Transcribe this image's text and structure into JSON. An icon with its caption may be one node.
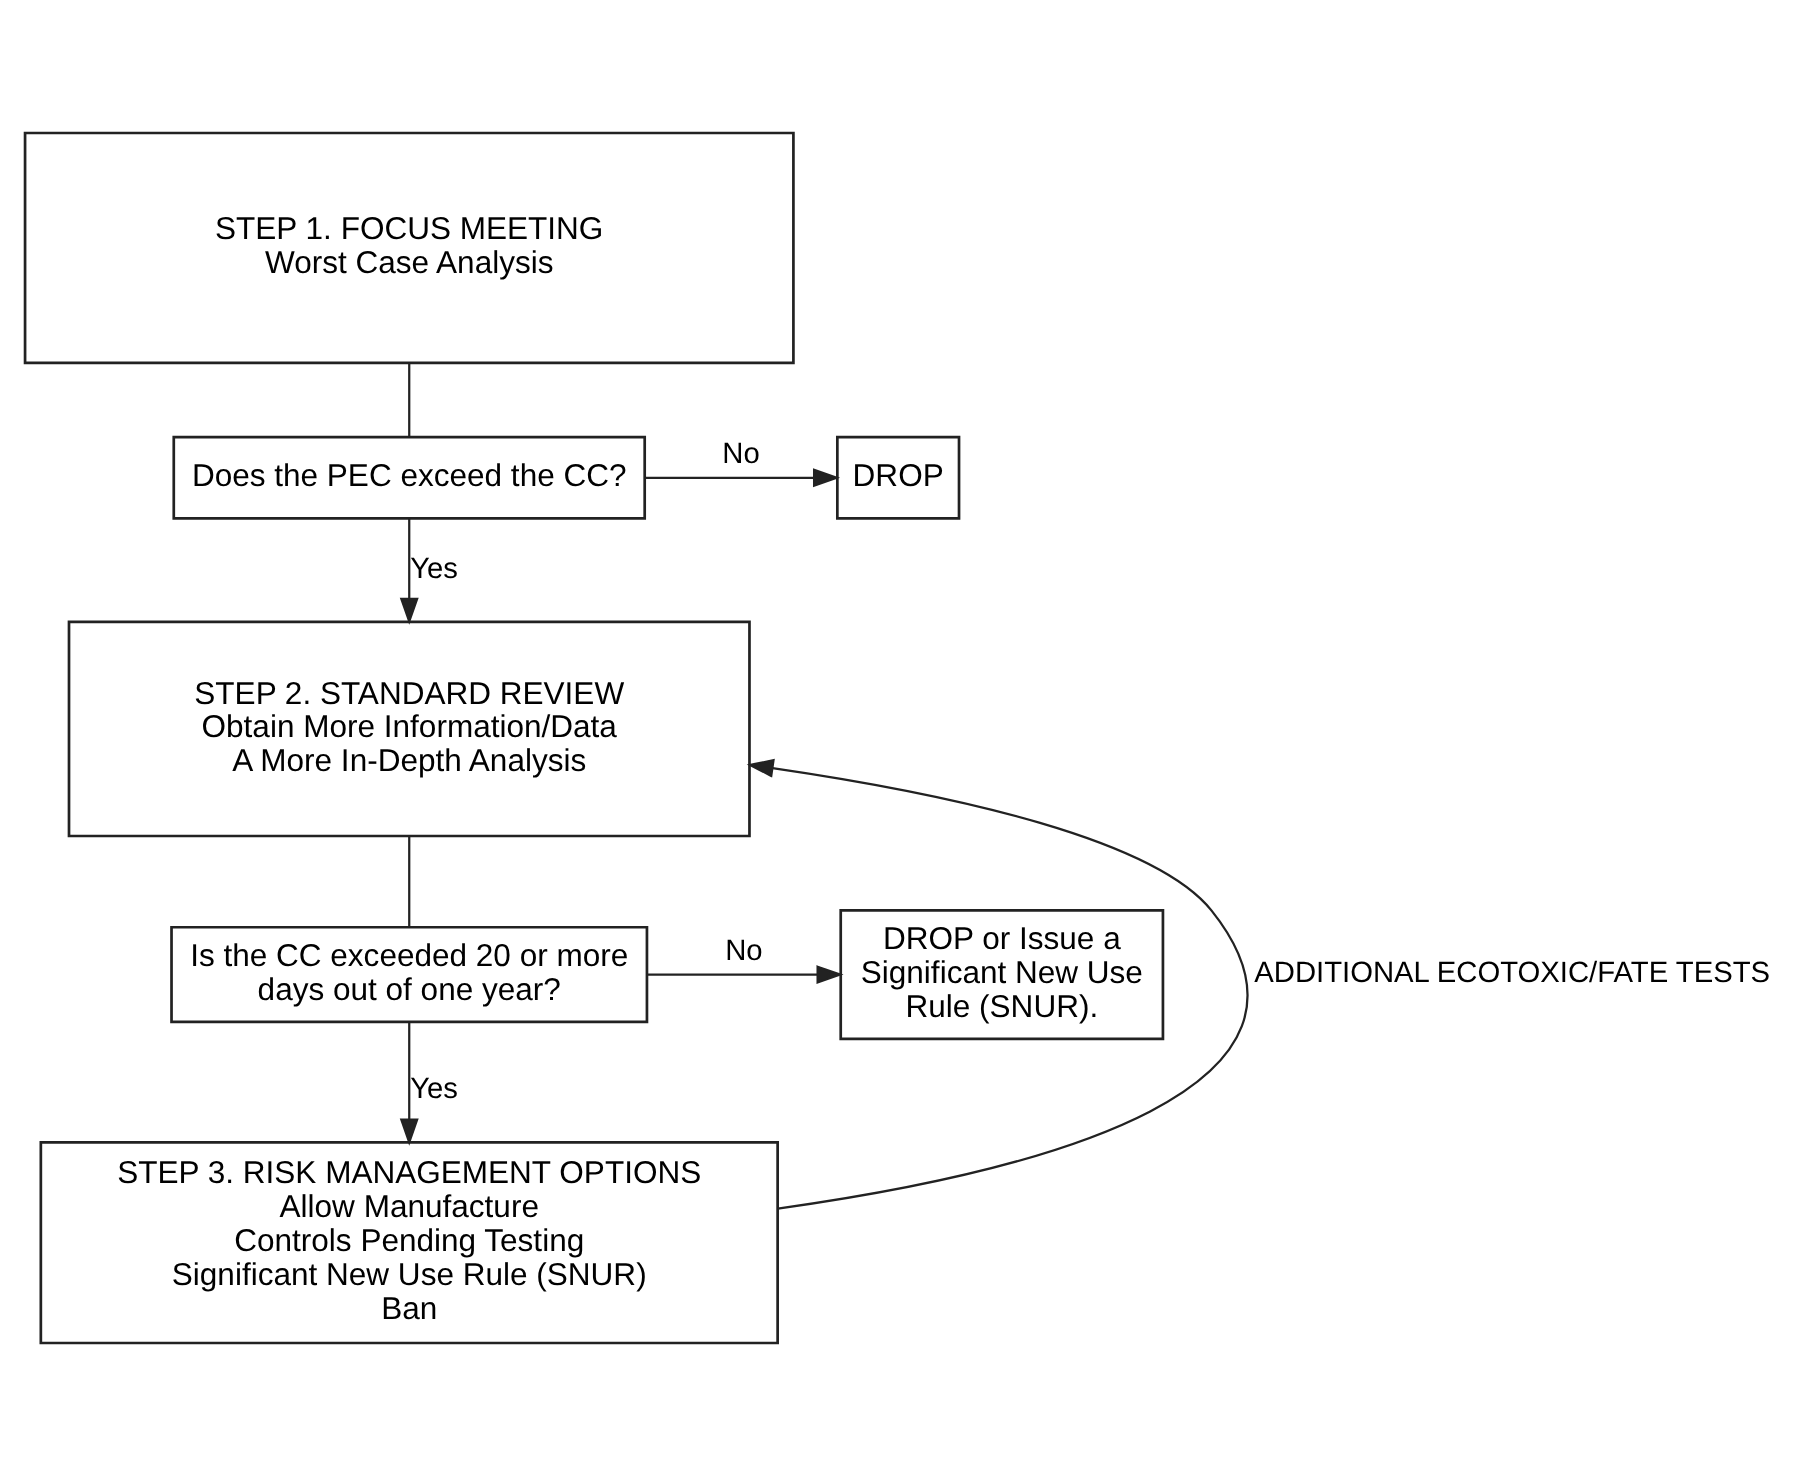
{
  "diagram": {
    "nodes": [
      {
        "text": [
          "STEP 1. FOCUS MEETING",
          "Worst Case Analysis"
        ]
      },
      {
        "text": [
          "Does the PEC exceed the CC?"
        ]
      },
      {
        "text": [
          "DROP"
        ]
      },
      {
        "text": [
          "STEP 2. STANDARD REVIEW",
          "Obtain More Information/Data",
          "A More In-Depth Analysis"
        ]
      },
      {
        "text": [
          "Is the CC exceeded 20 or more days out of one year?"
        ]
      },
      {
        "text": [
          "DROP or Issue a Significant New Use Rule (SNUR)."
        ]
      },
      {
        "text": [
          "STEP 3. RISK MANAGEMENT OPTIONS",
          "Allow Manufacture",
          "Controls Pending Testing",
          "Significant New Use Rule (SNUR)",
          "Ban"
        ]
      }
    ],
    "edges": [
      {
        "from": 0,
        "to": 1,
        "arrow": "none"
      },
      {
        "from": 1,
        "to": 2,
        "arrow": "to",
        "label": "No"
      },
      {
        "from": 1,
        "to": 3,
        "arrow": "to",
        "label": "Yes"
      },
      {
        "from": 3,
        "to": 4,
        "arrow": "none"
      },
      {
        "from": 4,
        "to": 5,
        "arrow": "to",
        "label": "No"
      },
      {
        "from": 4,
        "to": 6,
        "arrow": "to",
        "label": "Yes"
      },
      {
        "from": 6,
        "to": 3,
        "arrow": "to",
        "label": "ADDITIONAL ECOTOXIC/FATE TESTS"
      }
    ]
  }
}
